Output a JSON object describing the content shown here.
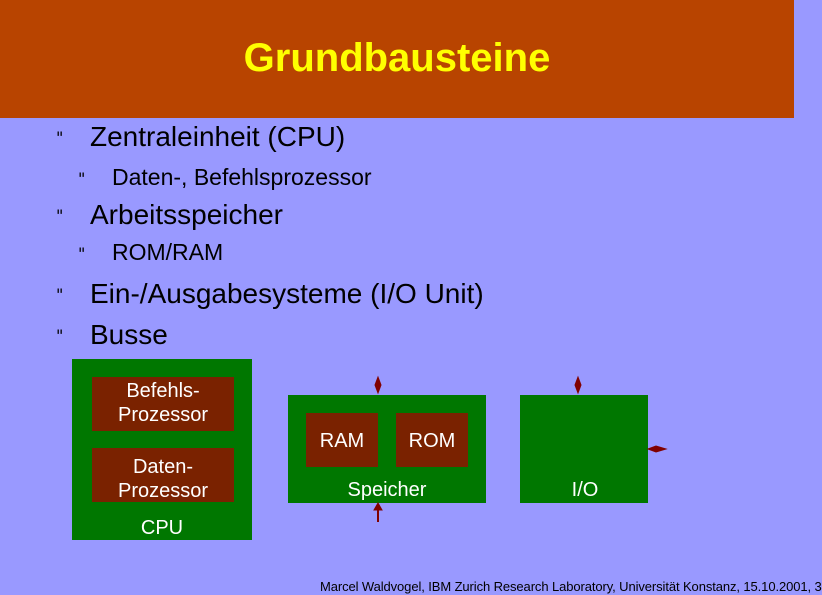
{
  "title": "Grundbausteine",
  "bullet_glyph": "\"",
  "bullets": [
    {
      "level": 1,
      "text": "Zentraleinheit (CPU)"
    },
    {
      "level": 2,
      "text": "Daten-, Befehlsprozessor"
    },
    {
      "level": 1,
      "text": "Arbeitsspeicher"
    },
    {
      "level": 2,
      "text": "ROM/RAM"
    },
    {
      "level": 1,
      "text": "Ein-/Ausgabesysteme (I/O Unit)"
    },
    {
      "level": 1,
      "text": "Busse"
    }
  ],
  "diagram": {
    "befehls_line1": "Befehls-",
    "befehls_line2": "Prozessor",
    "daten_line1": "Daten-",
    "daten_line2": "Prozessor",
    "cpu_label": "CPU",
    "ram_label": "RAM",
    "rom_label": "ROM",
    "speicher_label": "Speicher",
    "io_label": "I/O"
  },
  "footer": "Marcel Waldvogel, IBM Zurich Research Laboratory, Universität Konstanz, 15.10.2001, 3",
  "colors": {
    "background": "#9999ff",
    "title_bar": "#b84400",
    "title_text": "#ffff00",
    "unit_box": "#007700",
    "sub_box": "#7a2200",
    "arrow": "#800000"
  }
}
